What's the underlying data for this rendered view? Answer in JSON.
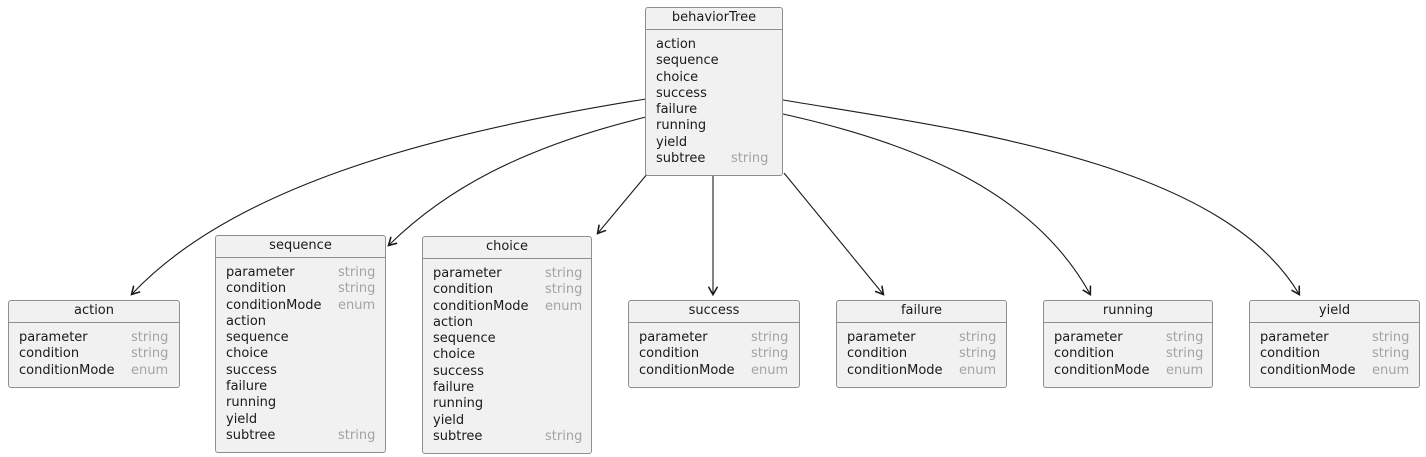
{
  "colors": {
    "box_fill": "#f1f1f1",
    "box_border": "#8f8f8f",
    "field_name": "#1a1a1a",
    "field_type": "#a3a3a3",
    "arrow": "#1b1b1b",
    "background": "#ffffff"
  },
  "nodes": [
    {
      "id": "behaviorTree",
      "title": "behaviorTree",
      "fields": [
        {
          "name": "action",
          "type": ""
        },
        {
          "name": "sequence",
          "type": ""
        },
        {
          "name": "choice",
          "type": ""
        },
        {
          "name": "success",
          "type": ""
        },
        {
          "name": "failure",
          "type": ""
        },
        {
          "name": "running",
          "type": ""
        },
        {
          "name": "yield",
          "type": ""
        },
        {
          "name": "subtree",
          "type": "string"
        }
      ]
    },
    {
      "id": "action",
      "title": "action",
      "fields": [
        {
          "name": "parameter",
          "type": "string"
        },
        {
          "name": "condition",
          "type": "string"
        },
        {
          "name": "conditionMode",
          "type": "enum"
        }
      ]
    },
    {
      "id": "sequence",
      "title": "sequence",
      "fields": [
        {
          "name": "parameter",
          "type": "string"
        },
        {
          "name": "condition",
          "type": "string"
        },
        {
          "name": "conditionMode",
          "type": "enum"
        },
        {
          "name": "action",
          "type": ""
        },
        {
          "name": "sequence",
          "type": ""
        },
        {
          "name": "choice",
          "type": ""
        },
        {
          "name": "success",
          "type": ""
        },
        {
          "name": "failure",
          "type": ""
        },
        {
          "name": "running",
          "type": ""
        },
        {
          "name": "yield",
          "type": ""
        },
        {
          "name": "subtree",
          "type": "string"
        }
      ]
    },
    {
      "id": "choice",
      "title": "choice",
      "fields": [
        {
          "name": "parameter",
          "type": "string"
        },
        {
          "name": "condition",
          "type": "string"
        },
        {
          "name": "conditionMode",
          "type": "enum"
        },
        {
          "name": "action",
          "type": ""
        },
        {
          "name": "sequence",
          "type": ""
        },
        {
          "name": "choice",
          "type": ""
        },
        {
          "name": "success",
          "type": ""
        },
        {
          "name": "failure",
          "type": ""
        },
        {
          "name": "running",
          "type": ""
        },
        {
          "name": "yield",
          "type": ""
        },
        {
          "name": "subtree",
          "type": "string"
        }
      ]
    },
    {
      "id": "success",
      "title": "success",
      "fields": [
        {
          "name": "parameter",
          "type": "string"
        },
        {
          "name": "condition",
          "type": "string"
        },
        {
          "name": "conditionMode",
          "type": "enum"
        }
      ]
    },
    {
      "id": "failure",
      "title": "failure",
      "fields": [
        {
          "name": "parameter",
          "type": "string"
        },
        {
          "name": "condition",
          "type": "string"
        },
        {
          "name": "conditionMode",
          "type": "enum"
        }
      ]
    },
    {
      "id": "running",
      "title": "running",
      "fields": [
        {
          "name": "parameter",
          "type": "string"
        },
        {
          "name": "condition",
          "type": "string"
        },
        {
          "name": "conditionMode",
          "type": "enum"
        }
      ]
    },
    {
      "id": "yield",
      "title": "yield",
      "fields": [
        {
          "name": "parameter",
          "type": "string"
        },
        {
          "name": "condition",
          "type": "string"
        },
        {
          "name": "conditionMode",
          "type": "enum"
        }
      ]
    }
  ],
  "edges": [
    {
      "from": "behaviorTree",
      "to": "action"
    },
    {
      "from": "behaviorTree",
      "to": "sequence"
    },
    {
      "from": "behaviorTree",
      "to": "choice"
    },
    {
      "from": "behaviorTree",
      "to": "success"
    },
    {
      "from": "behaviorTree",
      "to": "failure"
    },
    {
      "from": "behaviorTree",
      "to": "running"
    },
    {
      "from": "behaviorTree",
      "to": "yield"
    }
  ]
}
